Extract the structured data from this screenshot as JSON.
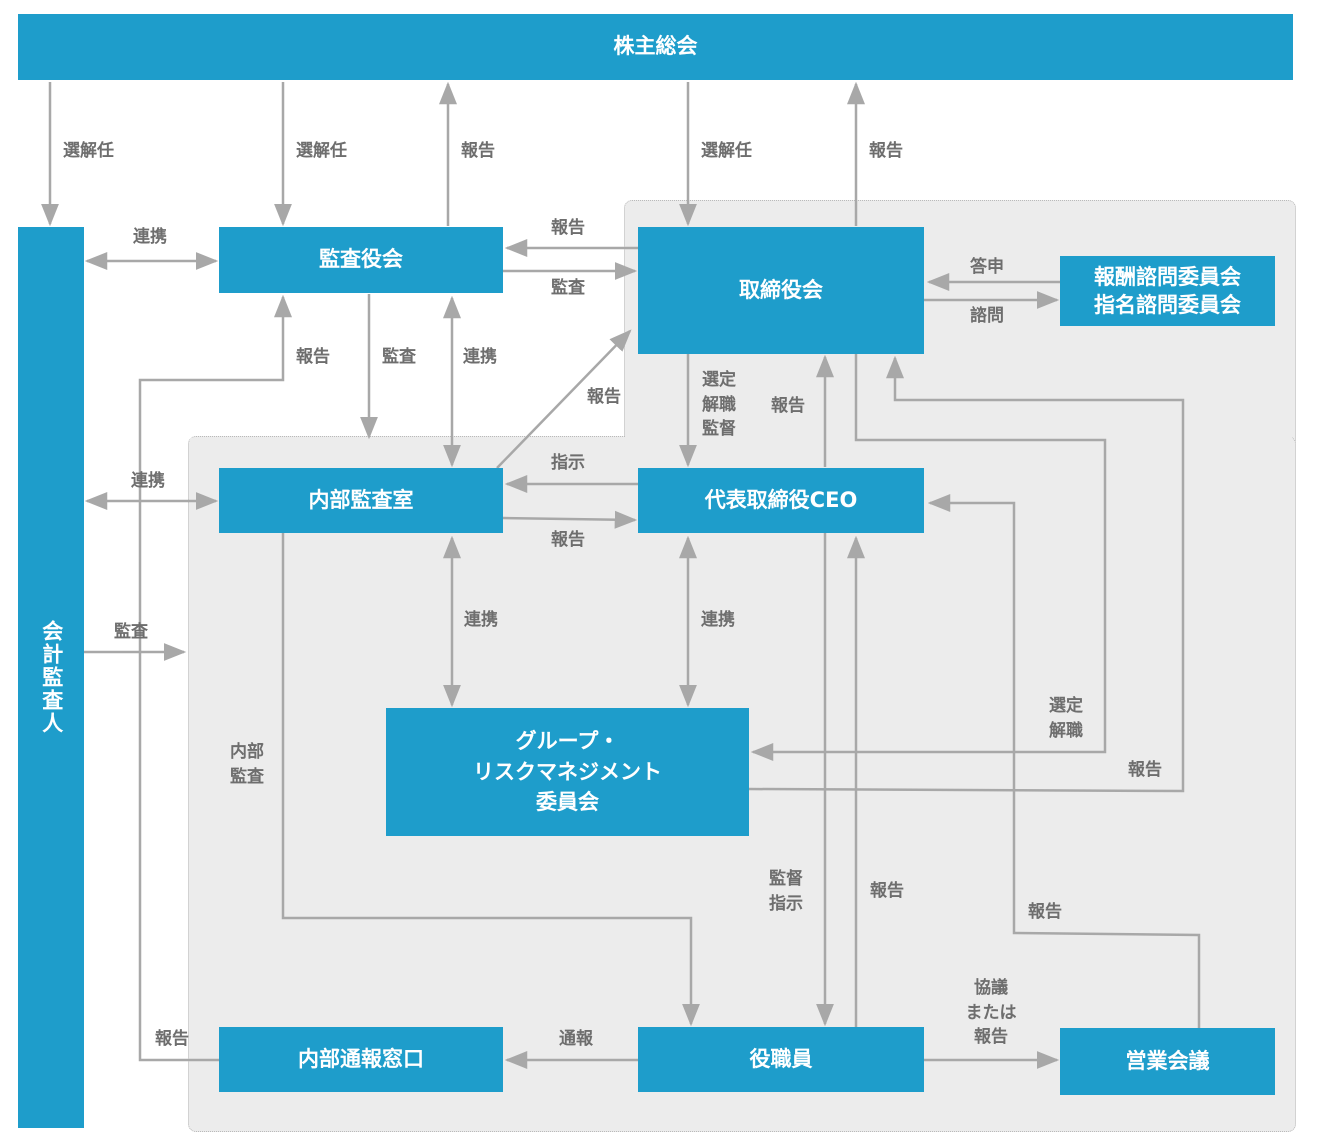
{
  "colors": {
    "box": "#1e9dcb",
    "line": "#a8a8a8",
    "label": "#6e6e6e",
    "region": "#ececec"
  },
  "boxes": {
    "shareholders": "株主総会",
    "auditor": "会計監査人",
    "audit_board": "監査役会",
    "board": "取締役会",
    "committees": "報酬諮問委員会\n指名諮問委員会",
    "internal_audit": "内部監査室",
    "ceo": "代表取締役CEO",
    "risk_committee": "グループ・\nリスクマネジメント\n委員会",
    "whistle": "内部通報窓口",
    "staff": "役職員",
    "sales_meeting": "営業会議"
  },
  "labels": {
    "elect1": "選解任",
    "elect2": "選解任",
    "report_asb_gm": "報告",
    "elect3": "選解任",
    "report_board_gm": "報告",
    "collab_aud_asb": "連携",
    "report_board_asb": "報告",
    "audit_asb_board": "監査",
    "toushin": "答申",
    "shimon": "諮問",
    "report_up_asb": "報告",
    "audit_asb_ia": "監査",
    "collab_asb_ia": "連携",
    "report_ia_board": "報告",
    "select_ceo": "選定\n解職\n監督",
    "report_ceo_board": "報告",
    "collab_aud_ia": "連携",
    "shiji": "指示",
    "report_ia_ceo": "報告",
    "collab_ia_risk": "連携",
    "collab_ceo_risk": "連携",
    "audit_aud_region": "監査",
    "internal_audit_lbl": "内部\n監査",
    "select_risk": "選定\n解職",
    "report_risk": "報告",
    "supervise_staff": "監督\n指示",
    "report_staff_ceo": "報告",
    "report_sales_ceo": "報告",
    "discuss": "協議\nまたは\n報告",
    "report_whistle": "報告",
    "tsuhou": "通報"
  }
}
